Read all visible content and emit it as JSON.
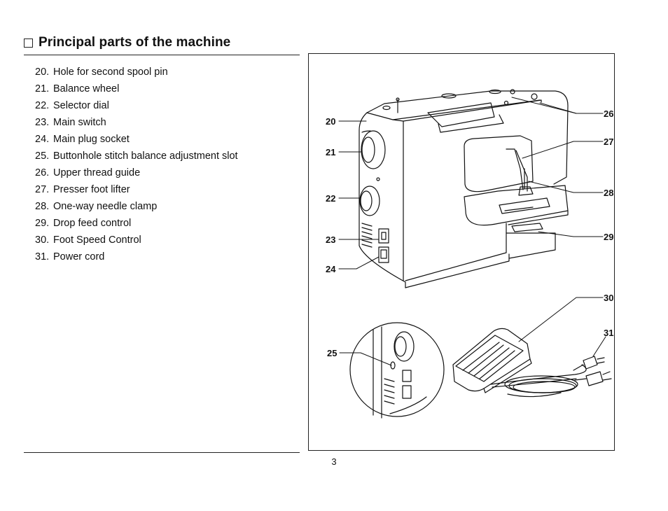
{
  "page": {
    "title": "Principal parts of the machine",
    "page_number": "3"
  },
  "parts": [
    {
      "num": "20.",
      "label": "Hole for second spool pin"
    },
    {
      "num": "21.",
      "label": "Balance wheel"
    },
    {
      "num": "22.",
      "label": "Selector dial"
    },
    {
      "num": "23.",
      "label": "Main switch"
    },
    {
      "num": "24.",
      "label": "Main plug socket"
    },
    {
      "num": "25.",
      "label": "Buttonhole stitch balance adjustment slot"
    },
    {
      "num": "26.",
      "label": "Upper thread guide"
    },
    {
      "num": "27.",
      "label": "Presser foot lifter"
    },
    {
      "num": "28.",
      "label": "One-way needle clamp"
    },
    {
      "num": "29.",
      "label": "Drop feed control"
    },
    {
      "num": "30.",
      "label": "Foot Speed Control"
    },
    {
      "num": "31.",
      "label": "Power cord"
    }
  ],
  "callouts": {
    "c20": "20",
    "c21": "21",
    "c22": "22",
    "c23": "23",
    "c24": "24",
    "c25": "25",
    "c26": "26",
    "c27": "27",
    "c28": "28",
    "c29": "29",
    "c30": "30",
    "c31": "31"
  }
}
